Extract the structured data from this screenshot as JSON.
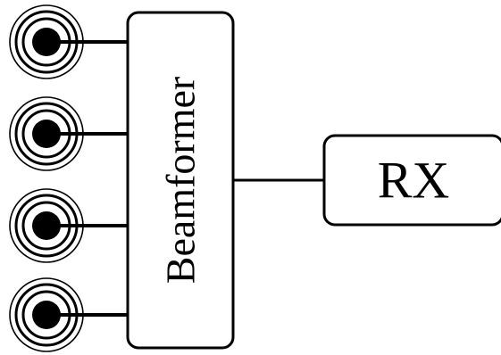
{
  "diagram": {
    "beamformer_label": "Beamformer",
    "rx_label": "RX",
    "antenna_count": 4,
    "colors": {
      "stroke": "#000000",
      "fill": "#ffffff"
    }
  }
}
